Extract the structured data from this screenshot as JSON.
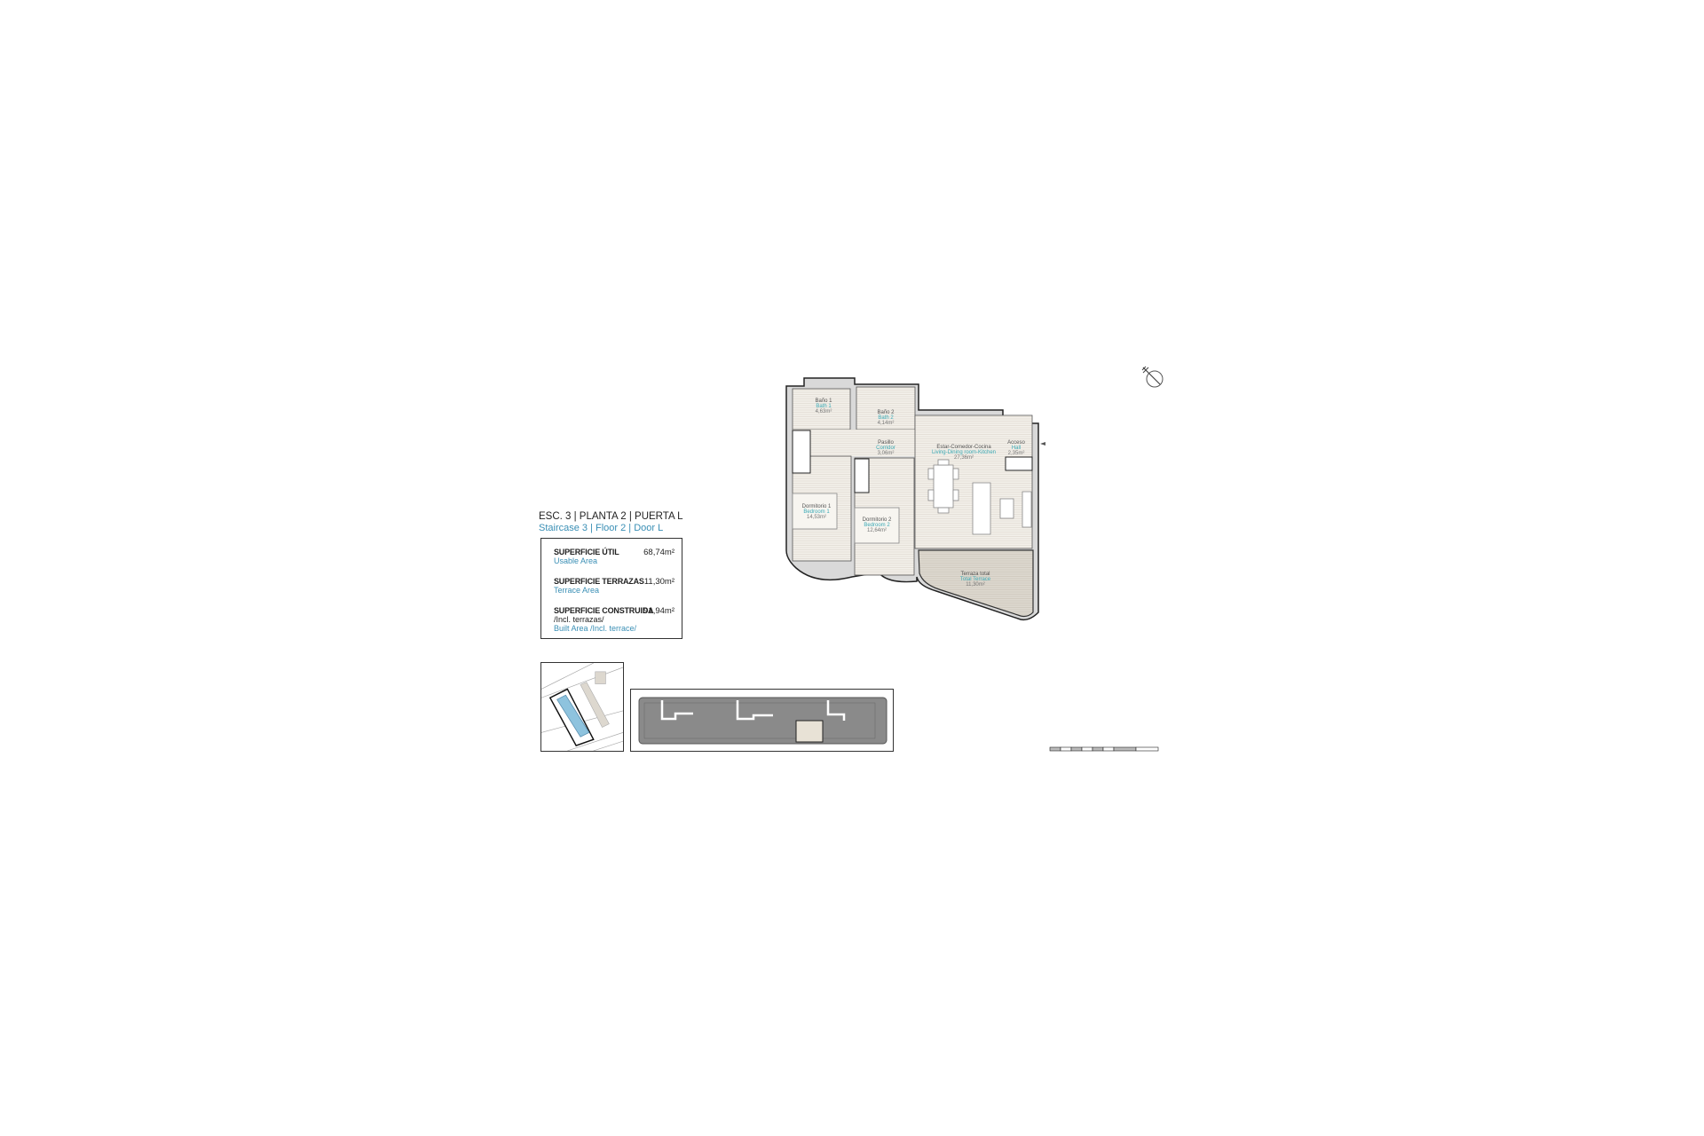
{
  "heading": {
    "es": "ESC. 3 | PLANTA 2 | PUERTA L",
    "en": "Staircase 3 | Floor 2 | Door L"
  },
  "areas": [
    {
      "label": "SUPERFICIE ÚTIL",
      "sub": "",
      "en": "Usable Area",
      "value": "68,74m²"
    },
    {
      "label": "SUPERFICIE TERRAZAS",
      "sub": "",
      "en": "Terrace Area",
      "value": "11,30m²"
    },
    {
      "label": "SUPERFICIE CONSTRUIDA",
      "sub": "/Incl. terrazas/",
      "en": "Built Area /Incl. terrace/",
      "value": "91,94m²"
    }
  ],
  "rooms": [
    {
      "es": "Baño 1",
      "en": "Bath 1",
      "area": "4,63m²"
    },
    {
      "es": "Baño 2",
      "en": "Bath 2",
      "area": "4,14m²"
    },
    {
      "es": "Pasillo",
      "en": "Corridor",
      "area": "3,06m²"
    },
    {
      "es": "Estar-Comedor-Cocina",
      "en": "Living-Dining room-Kitchen",
      "area": "27,36m²"
    },
    {
      "es": "Acceso",
      "en": "Hall",
      "area": "2,35m²"
    },
    {
      "es": "Dormitorio 1",
      "en": "Bedroom 1",
      "area": "14,53m²"
    },
    {
      "es": "Dormitorio 2",
      "en": "Bedroom 2",
      "area": "12,64m²"
    },
    {
      "es": "Terraza total",
      "en": "Total Terrace",
      "area": "11,30m²"
    }
  ],
  "icons": {
    "compass": "north-compass-icon",
    "entrance": "entrance-arrow-icon"
  },
  "colors": {
    "english_text": "#3a8fb5",
    "pool": "#8ec3de",
    "terrace": "#ddd8cf",
    "floor": "#f3f0ea",
    "block": "#8a8a8a"
  }
}
